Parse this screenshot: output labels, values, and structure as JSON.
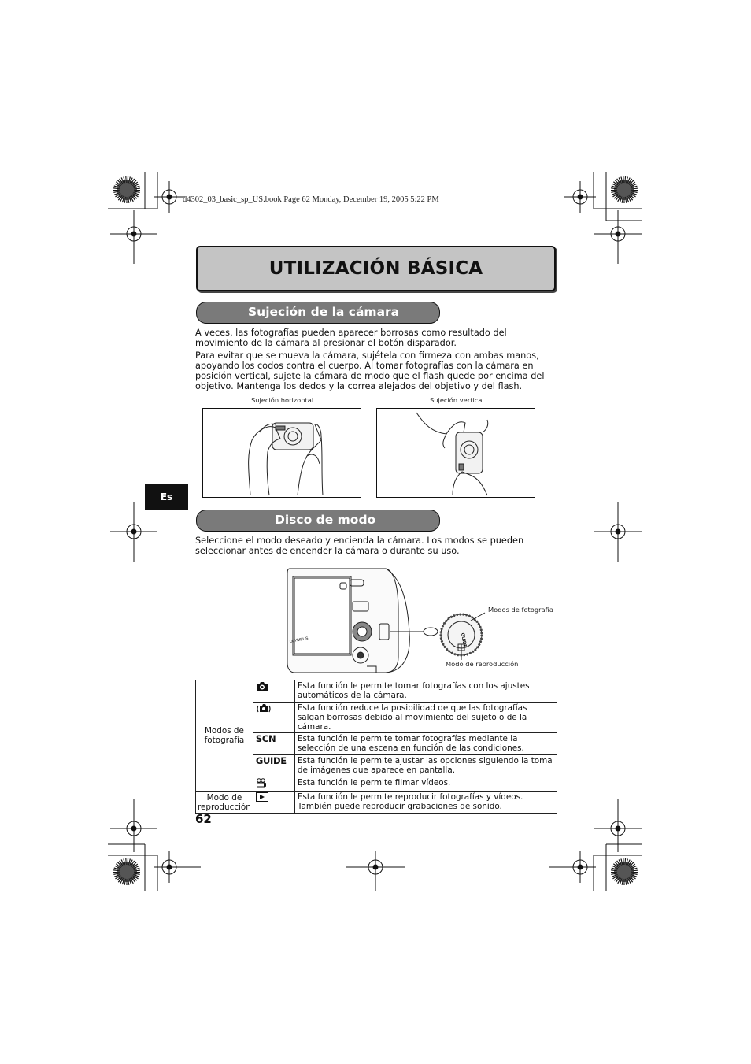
{
  "header_line": "d4302_03_basic_sp_US.book  Page 62  Monday, December 19, 2005  5:22 PM",
  "title": "UTILIZACIÓN BÁSICA",
  "lang_tab": "Es",
  "section1": {
    "heading": "Sujeción de la cámara",
    "para1": "A veces, las fotografías pueden aparecer borrosas como resultado del movimiento de la cámara al presionar el botón disparador.",
    "para2": "Para evitar que se mueva la cámara, sujétela con firmeza con ambas manos, apoyando los codos contra el cuerpo. Al tomar fotografías con la cámara en posición vertical, sujete la cámara de modo que el flash quede por encima del objetivo. Mantenga los dedos y la correa alejados del objetivo y del flash.",
    "caption_horizontal": "Sujeción horizontal",
    "caption_vertical": "Sujeción vertical"
  },
  "section2": {
    "heading": "Disco de modo",
    "para": "Seleccione el modo deseado y encienda la cámara. Los modos se pueden seleccionar antes de encender la cámara o durante su uso.",
    "label_photo_modes": "Modos de fotografía",
    "label_playback_mode": "Modo de reproducción",
    "camera_brand": "OLYMPUS",
    "dial_guide": "GUIDE"
  },
  "table": {
    "group_photo": "Modos de fotografía",
    "group_playback": "Modo de reproducción",
    "rows": [
      {
        "icon": "camera-icon",
        "text": "Esta función le permite tomar fotografías con los ajustes automáticos de la cámara."
      },
      {
        "icon": "shake-reduction-icon",
        "text": "Esta función reduce la posibilidad de que las fotografías salgan borrosas debido al movimiento del sujeto o de la cámara."
      },
      {
        "icon_text": "SCN",
        "text": "Esta función le permite tomar fotografías mediante la selección de una escena en función de las condiciones."
      },
      {
        "icon_text": "GUIDE",
        "text": "Esta función le permite ajustar las opciones siguiendo la toma de imágenes que aparece en pantalla."
      },
      {
        "icon": "movie-icon",
        "text": "Esta función le permite filmar vídeos."
      },
      {
        "icon": "playback-icon",
        "text": "Esta función le permite reproducir fotografías y vídeos. También puede reproducir grabaciones de sonido."
      }
    ]
  },
  "page_number": "62"
}
